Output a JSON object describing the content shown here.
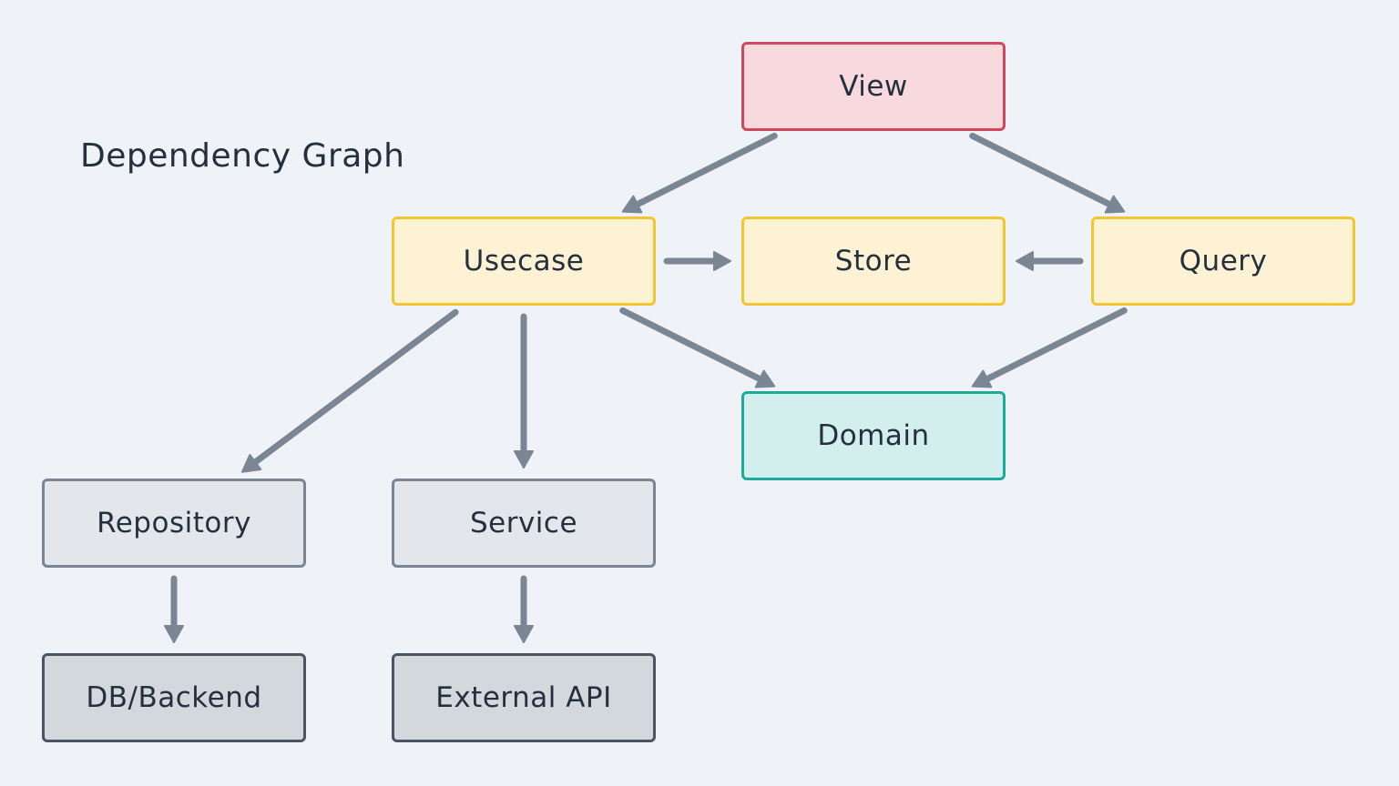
{
  "title": "Dependency Graph",
  "colors": {
    "background": "#eff3f7",
    "text": "#25303f",
    "edge": "#7a8694",
    "view": {
      "fill": "#f7d9de",
      "stroke": "#d0485b"
    },
    "logic": {
      "fill": "#fdf2d4",
      "stroke": "#f3c630"
    },
    "domain": {
      "fill": "#d3efed",
      "stroke": "#1eaa9a"
    },
    "infra": {
      "fill": "#e3e7ec",
      "stroke": "#7a8694"
    },
    "external": {
      "fill": "#d3d8dd",
      "stroke": "#4a5563"
    }
  },
  "nodes": {
    "view": {
      "label": "View",
      "kind": "view"
    },
    "usecase": {
      "label": "Usecase",
      "kind": "logic"
    },
    "store": {
      "label": "Store",
      "kind": "logic"
    },
    "query": {
      "label": "Query",
      "kind": "logic"
    },
    "domain": {
      "label": "Domain",
      "kind": "domain"
    },
    "repository": {
      "label": "Repository",
      "kind": "infra"
    },
    "service": {
      "label": "Service",
      "kind": "infra"
    },
    "db": {
      "label": "DB/Backend",
      "kind": "external"
    },
    "extapi": {
      "label": "External API",
      "kind": "external"
    }
  },
  "edges": [
    {
      "from": "view",
      "to": "usecase"
    },
    {
      "from": "view",
      "to": "query"
    },
    {
      "from": "usecase",
      "to": "store"
    },
    {
      "from": "query",
      "to": "store"
    },
    {
      "from": "usecase",
      "to": "repository"
    },
    {
      "from": "usecase",
      "to": "service"
    },
    {
      "from": "usecase",
      "to": "domain"
    },
    {
      "from": "query",
      "to": "domain"
    },
    {
      "from": "repository",
      "to": "db"
    },
    {
      "from": "service",
      "to": "extapi"
    }
  ]
}
